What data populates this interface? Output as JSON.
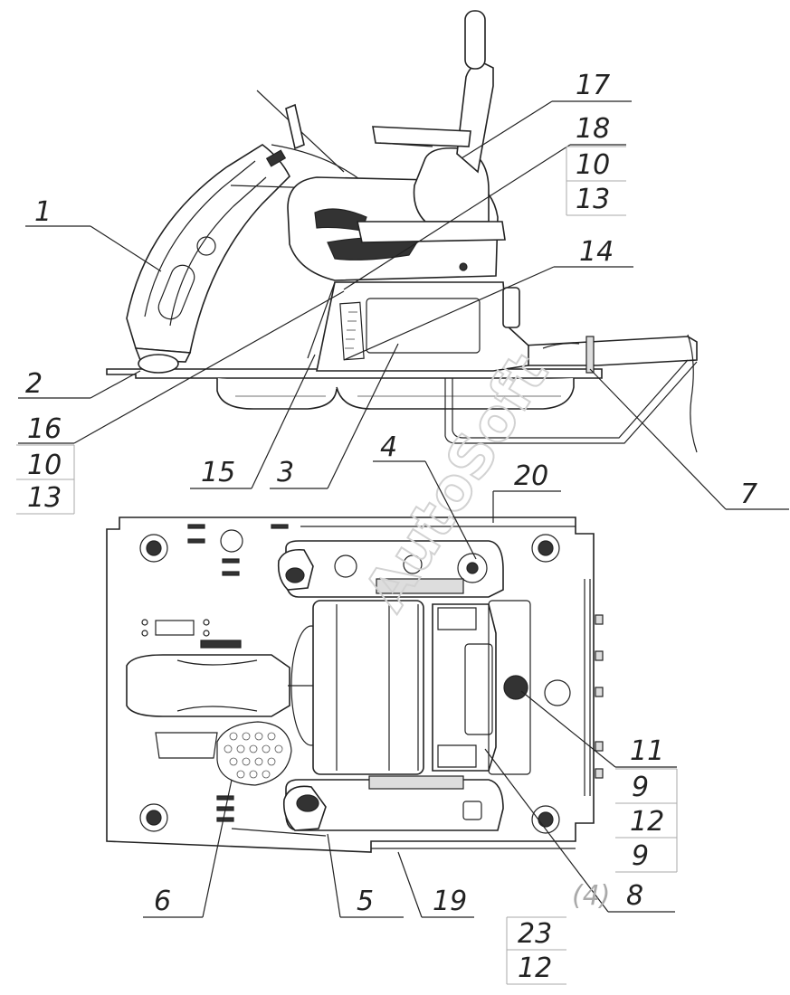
{
  "watermark": "AutoSoft",
  "callouts": {
    "c1": "1",
    "c2": "2",
    "c3": "3",
    "c4": "4",
    "c5": "5",
    "c6": "6",
    "c7": "7",
    "c8": "8",
    "c14": "14",
    "c15": "15",
    "c17": "17",
    "c18": "18",
    "c19": "19",
    "c20": "20",
    "c16a": "16",
    "c10a": "10",
    "c13a": "13",
    "c10b": "10",
    "c13b": "13",
    "c11": "11",
    "c9a": "9",
    "c12a": "12",
    "c9b": "9",
    "c4b": "(4)",
    "c23": "23",
    "c12b": "12"
  }
}
